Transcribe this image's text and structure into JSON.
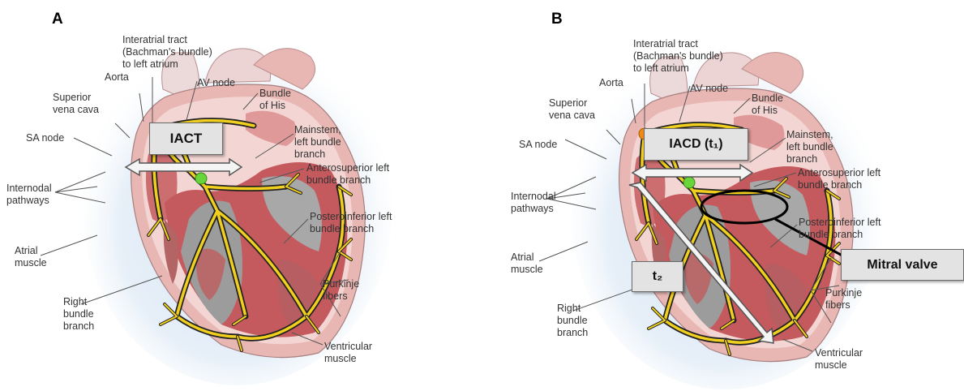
{
  "panels": [
    {
      "letter": "A",
      "box_label": "IACT",
      "labels": {
        "interatrial": "Interatrial tract\n(Bachman's bundle)\nto left atrium",
        "aorta": "Aorta",
        "av_node": "AV node",
        "bundle_his": "Bundle\nof His",
        "svc": "Superior\nvena cava",
        "sa_node": "SA node",
        "mainstem": "Mainstem,\nleft bundle\nbranch",
        "anterosuperior": "Anterosuperior left\nbundle branch",
        "internodal": "Internodal\npathways",
        "posteroinferior": "Posteroinferior left\nbundle branch",
        "atrial": "Atrial\nmuscle",
        "purkinje": "Purkinje\nfibers",
        "right_bundle": "Right\nbundle\nbranch",
        "ventricular": "Ventricular\nmuscle"
      }
    },
    {
      "letter": "B",
      "box_label": "IACD (t₁)",
      "t2_label": "t₂",
      "mitral_label": "Mitral valve",
      "labels": {
        "interatrial": "Interatrial tract\n(Bachman's bundle)\nto left atrium",
        "aorta": "Aorta",
        "av_node": "AV node",
        "bundle_his": "Bundle\nof His",
        "svc": "Superior\nvena cava",
        "sa_node": "SA node",
        "mainstem": "Mainstem,\nleft bundle\nbranch",
        "anterosuperior": "Anterosuperior left\nbundle branch",
        "internodal": "Internodal\npathways",
        "posteroinferior": "Posteroinferior left\nbundle branch",
        "atrial": "Atrial\nmuscle",
        "purkinje": "Purkinje\nfibers",
        "right_bundle": "Right\nbundle\nbranch",
        "ventricular": "Ventricular\nmuscle"
      }
    }
  ],
  "colors": {
    "halo": "#cfe2f3",
    "heart_outer": "#e9b7b3",
    "heart_inner": "#f3d6d3",
    "myocardium": "#c45a5e",
    "chamber": "#9c9c9c",
    "conduction_fill": "#f1cf1f",
    "conduction_edge": "#222222",
    "sa_node": "#f08a16",
    "av_node": "#6ad43b",
    "leader": "#555555",
    "arrow_fill": "#f4f4f4",
    "arrow_edge": "#555555",
    "ellipse": "#000000"
  }
}
